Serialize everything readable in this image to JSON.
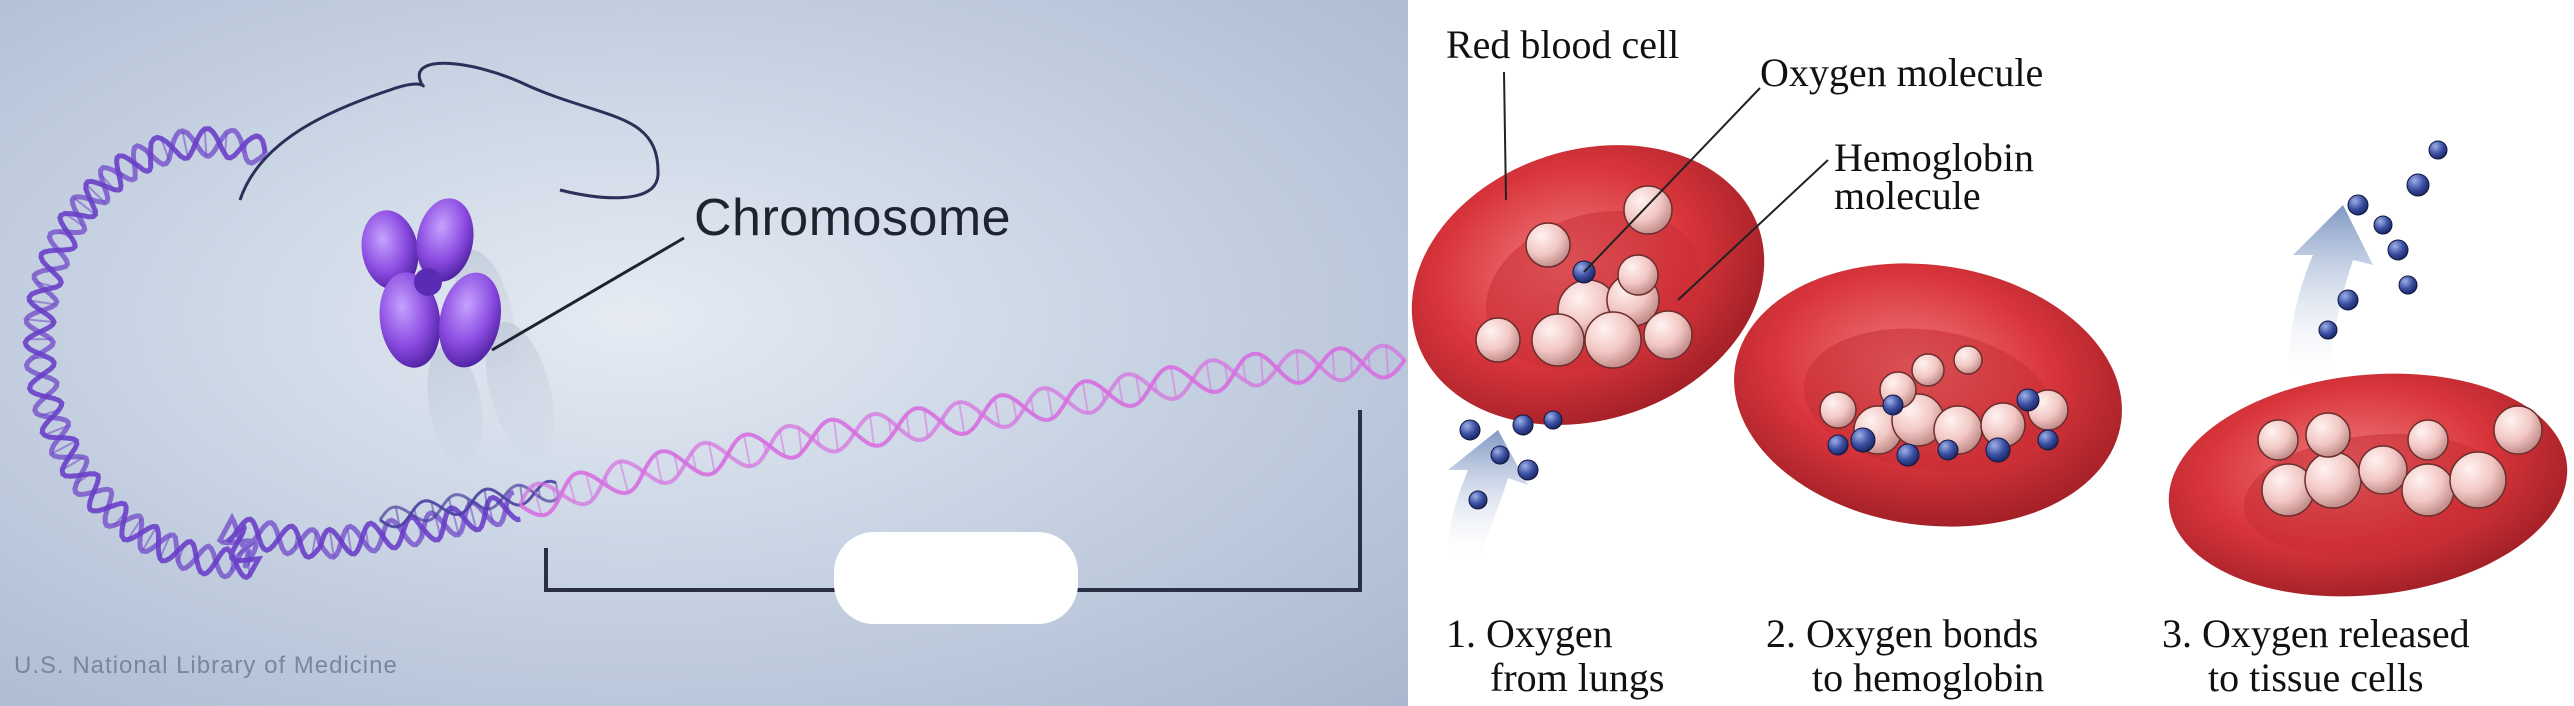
{
  "left": {
    "chromosome_label": "Chromosome",
    "credit": "U.S. National Library of Medicine"
  },
  "right": {
    "labels": {
      "red_blood_cell": "Red blood cell",
      "oxygen_molecule": "Oxygen molecule",
      "hemoglobin_line1": "Hemoglobin",
      "hemoglobin_line2": "molecule"
    },
    "steps": [
      {
        "line1": "1. Oxygen",
        "line2": "from lungs"
      },
      {
        "line1": "2. Oxygen bonds",
        "line2": "to hemoglobin"
      },
      {
        "line1": "3. Oxygen released",
        "line2": "to tissue cells"
      }
    ]
  },
  "colors": {
    "left_background": "#c9d4e4",
    "dna_dark": "#6a3fc8",
    "dna_light": "#d66fe0",
    "chromosome": "#8a4ae0",
    "red_cell": "#d8353b",
    "red_cell_dark": "#9b1d24",
    "hemoglobin": "#f2c7c4",
    "oxygen": "#3a4fa3",
    "arrow": "#8fa8cf"
  }
}
